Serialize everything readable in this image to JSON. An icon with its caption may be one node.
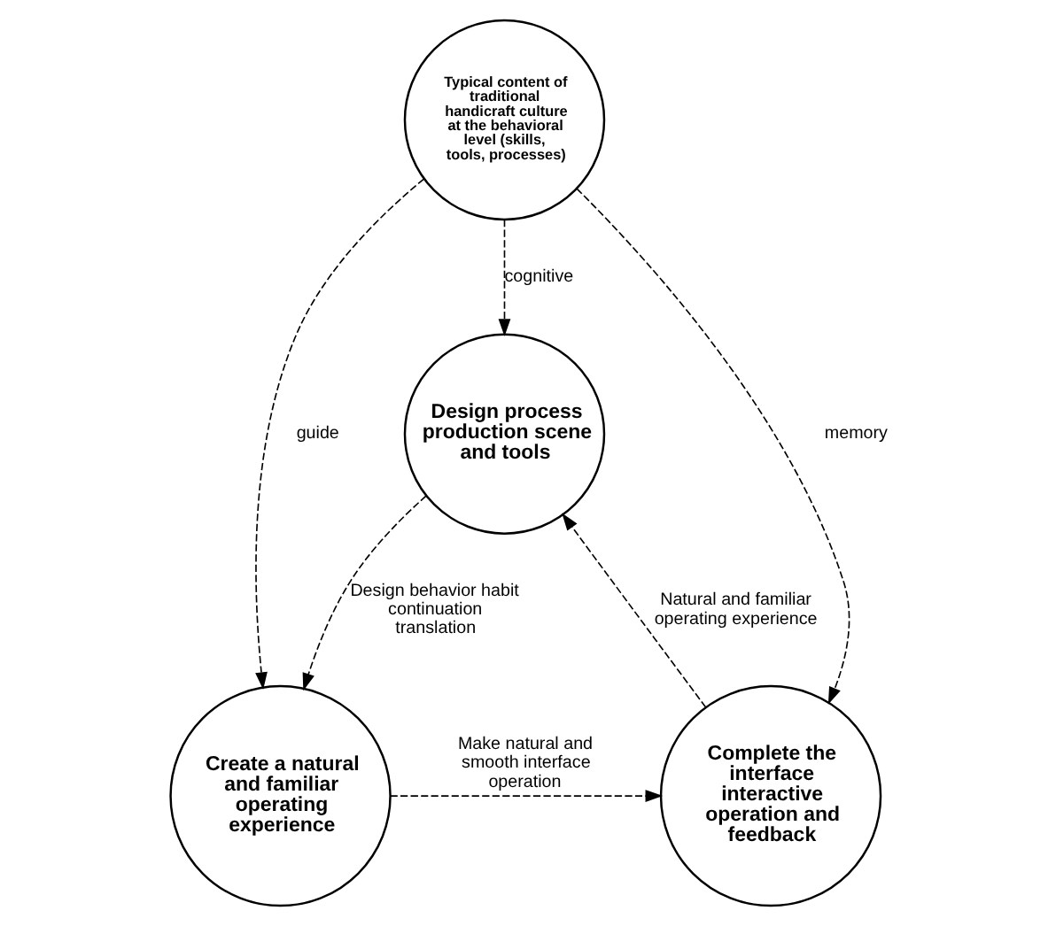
{
  "diagram": {
    "nodes": [
      {
        "text": [
          "Design process production scene and tools"
        ]
      },
      {
        "text": [
          "Typical content of traditional handicraft culture at the behavioral level (skills, tools, processes)"
        ]
      },
      {
        "text": [
          "Complete the interface interactive operation and feedback"
        ]
      },
      {
        "text": [
          "Create a natural and familiar operating experience"
        ]
      }
    ],
    "edges": [
      {
        "from": 1,
        "to": 0,
        "arrow": "to",
        "label": "cognitive",
        "style": "dashed"
      },
      {
        "from": 1,
        "to": 2,
        "arrow": "to",
        "label": "memory",
        "style": "dashed"
      },
      {
        "from": 1,
        "to": 3,
        "arrow": "to",
        "label": "guide",
        "style": "dashed"
      },
      {
        "from": 2,
        "to": 0,
        "arrow": "to",
        "label": "Natural and familiar operating experience",
        "style": "dashed"
      },
      {
        "from": 0,
        "to": 3,
        "arrow": "to",
        "label": "Design behavior habit continuation translation",
        "style": "dashed"
      },
      {
        "from": 3,
        "to": 2,
        "arrow": "to",
        "label": "Make natural and smooth interface operation",
        "style": "dashed"
      }
    ]
  }
}
